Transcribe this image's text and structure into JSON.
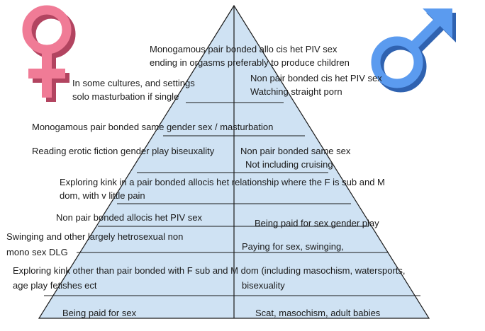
{
  "pyramid": {
    "fill": "#cfe2f3",
    "stroke": "#1a1a1a",
    "levels": [
      {
        "left": {
          "line1": "Monogamous pair bonded allo cis het PIV sex",
          "line2": "ending in orgasms preferably to produce children"
        },
        "right": {
          "line1": "",
          "line2": ""
        }
      },
      {
        "left": {
          "line1": "In some cultures, and settings",
          "line2": "solo masturbation if single"
        },
        "right": {
          "line1": "Non pair bonded cis het PIV sex",
          "line2": "Watching straight porn"
        }
      },
      {
        "left": {
          "line1": "Monogamous pair bonded same gender sex /  masturbation",
          "line2": ""
        },
        "right": {
          "line1": "",
          "line2": ""
        }
      },
      {
        "left": {
          "line1": "Reading erotic fiction gender play biseuxality",
          "line2": ""
        },
        "right": {
          "line1": "Non pair bonded same sex",
          "line2": "Not including cruising"
        }
      },
      {
        "left": {
          "line1": "Exploring kink in a pair bonded allocis het relationship where the F is sub and M",
          "line2": "dom, with v little pain"
        },
        "right": {
          "line1": "",
          "line2": ""
        }
      },
      {
        "left": {
          "line1": "Non pair bonded allocis het PIV sex",
          "line2": ""
        },
        "right": {
          "line1": "Being paid for sex gender play",
          "line2": ""
        }
      },
      {
        "left": {
          "line1": "Swinging and other largely hetrosexual non",
          "line2": "mono sex DLG"
        },
        "right": {
          "line1": "Paying for sex, swinging,",
          "line2": ""
        }
      },
      {
        "left": {
          "line1": "Exploring kink other than pair bonded with F sub and M dom (including masochism, watersports,",
          "line2": "age play fetishes ect"
        },
        "right": {
          "line1": "bisexuality",
          "line2": ""
        }
      },
      {
        "left": {
          "line1": "Being paid for sex",
          "line2": ""
        },
        "right": {
          "line1": "Scat, masochism, adult babies",
          "line2": ""
        }
      }
    ]
  },
  "symbols": {
    "female": {
      "icon": "venus-symbol-icon",
      "color": "#f07b96",
      "shadow": "#b24460"
    },
    "male": {
      "icon": "mars-symbol-icon",
      "color": "#5b9bef",
      "shadow": "#2f62b0"
    }
  }
}
